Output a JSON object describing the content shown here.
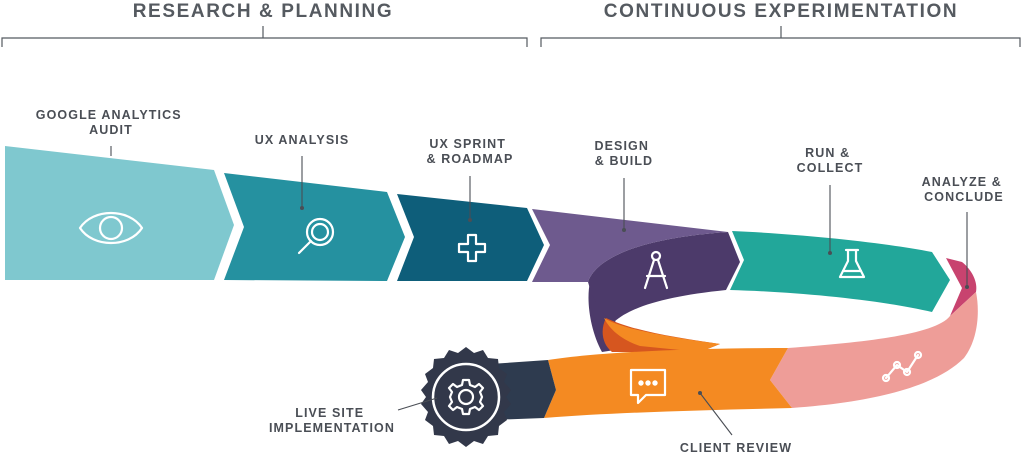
{
  "phases": [
    {
      "label": "RESEARCH & PLANNING"
    },
    {
      "label": "CONTINUOUS EXPERIMENTATION"
    }
  ],
  "steps": [
    {
      "lines": [
        "GOOGLE ANALYTICS",
        "AUDIT"
      ],
      "icon": "eye-icon",
      "color": "#7fc8cf"
    },
    {
      "lines": [
        "UX ANALYSIS"
      ],
      "icon": "magnifier-icon",
      "color": "#2591a0"
    },
    {
      "lines": [
        "UX SPRINT",
        "& ROADMAP"
      ],
      "icon": "plus-icon",
      "color": "#0e5e7a"
    },
    {
      "lines": [
        "DESIGN",
        "& BUILD"
      ],
      "icon": "compass-icon",
      "color": "#6e5a8e"
    },
    {
      "lines": [
        "RUN &",
        "COLLECT"
      ],
      "icon": "flask-icon",
      "color": "#22a79a"
    },
    {
      "lines": [
        "ANALYZE &",
        "CONCLUDE"
      ],
      "icon": "chart-line-icon",
      "color": "#ee9d98"
    },
    {
      "lines": [
        "CLIENT REVIEW"
      ],
      "icon": "chat-bubble-icon",
      "color": "#f48a22"
    },
    {
      "lines": [
        "LIVE SITE",
        "IMPLEMENTATION"
      ],
      "icon": "gear-icon",
      "color": "#32384a"
    }
  ],
  "colors": {
    "design_dark": "#4c3a6a",
    "analyze_magenta": "#c8436f",
    "orange_dark": "#d6561f",
    "connector_dark": "#2e3b4f"
  }
}
